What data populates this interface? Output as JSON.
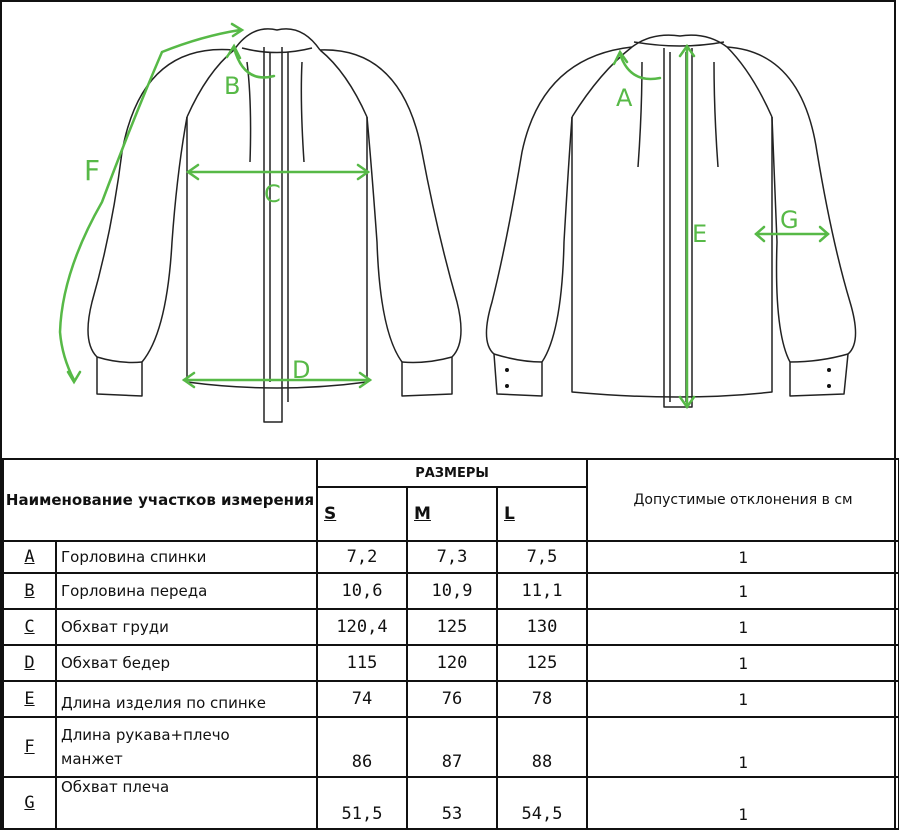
{
  "labels": {
    "A": "A",
    "B": "B",
    "C": "C",
    "D": "D",
    "E": "E",
    "F": "F",
    "G": "G"
  },
  "table": {
    "header_name": "Наименование участков измерения",
    "header_sizes": "РАЗМЕРЫ",
    "sizes": [
      "S",
      "M",
      "L"
    ],
    "header_tolerance": "Допустимые отклонения в см",
    "rows": [
      {
        "code": "A",
        "name": "Горловина спинки",
        "values": [
          "7,2",
          "7,3",
          "7,5"
        ],
        "tol": "1"
      },
      {
        "code": "B",
        "name": "Горловина переда",
        "values": [
          "10,6",
          "10,9",
          "11,1"
        ],
        "tol": "1"
      },
      {
        "code": "C",
        "name": "Обхват груди",
        "values": [
          "120,4",
          "125",
          "130"
        ],
        "tol": "1"
      },
      {
        "code": "D",
        "name": "Обхват бедер",
        "values": [
          "115",
          "120",
          "125"
        ],
        "tol": "1"
      },
      {
        "code": "E",
        "name": "Длина изделия по спинке",
        "values": [
          "74",
          "76",
          "78"
        ],
        "tol": "1"
      },
      {
        "code": "F",
        "name_line1": "Длина рукава+плечо",
        "name_line2": "манжет",
        "values": [
          "86",
          "87",
          "88"
        ],
        "tol": "1"
      },
      {
        "code": "G",
        "name": "Обхват плеча",
        "values": [
          "51,5",
          "53",
          "54,5"
        ],
        "tol": "1"
      }
    ]
  },
  "colors": {
    "measure": "#57b947",
    "outline": "#222222"
  }
}
